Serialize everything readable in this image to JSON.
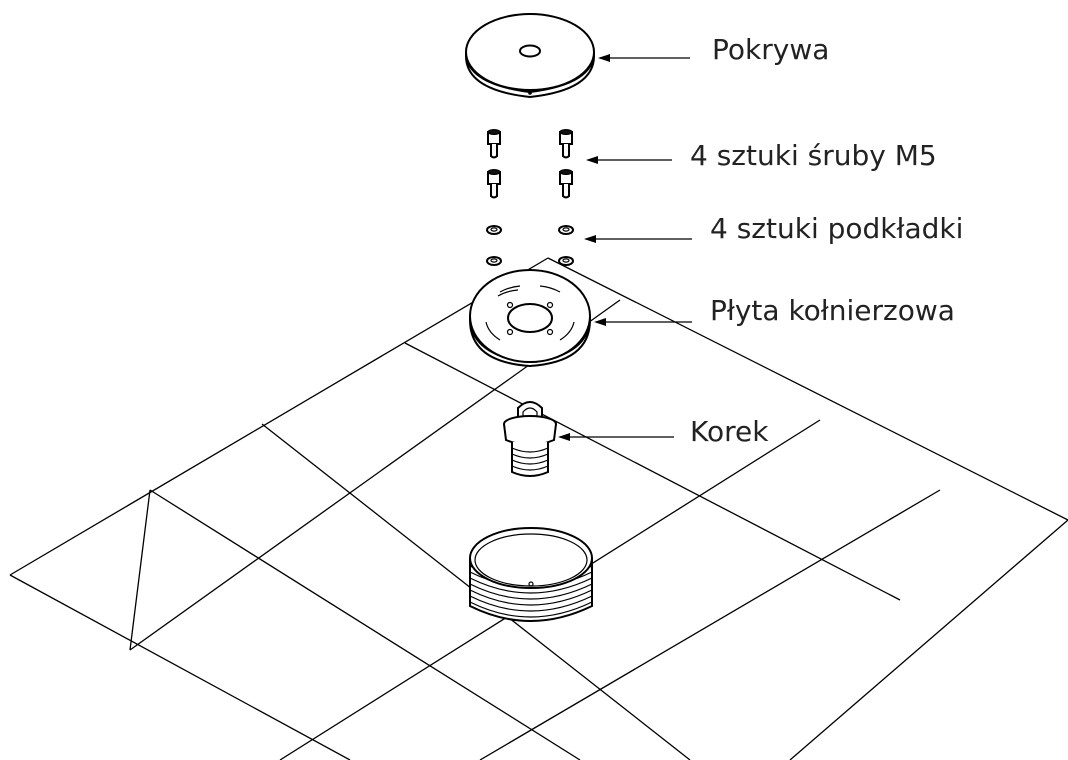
{
  "labels": {
    "cover": "Pokrywa",
    "screws": "4 sztuki śruby M5",
    "washers": "4 sztuki podkładki",
    "flange_plate": "Płyta kołnierzowa",
    "plug": "Korek"
  },
  "colors": {
    "line": "#000000",
    "text": "#222222",
    "background": "#ffffff"
  }
}
